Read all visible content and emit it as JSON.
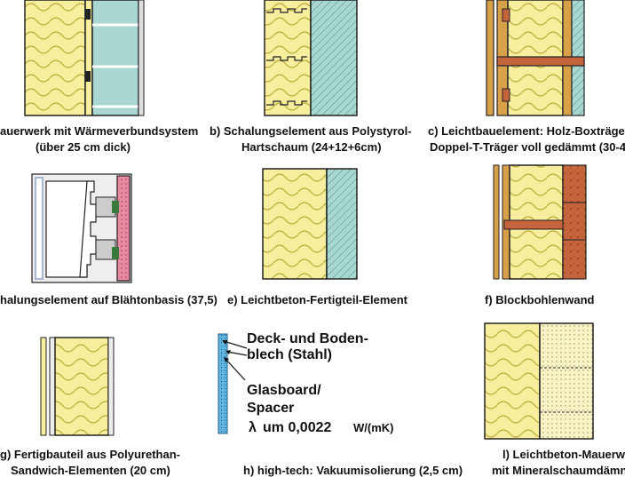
{
  "captions": {
    "a_line1": "auerwerk mit Wärmeverbundsystem",
    "a_line2": "(über 25 cm dick)",
    "b_line1": "b) Schalungselement aus Polystyrol-",
    "b_line2": "Hartschaum (24+12+6cm)",
    "c_line1": "c) Leichtbauelement: Holz-Boxträge",
    "c_line2": "Doppel-T-Träger voll gedämmt (30-4",
    "d_line1": "halungselement auf Blähtonbasis (37,5)",
    "e_line1": "e) Leichtbeton-Fertigteil-Element",
    "f_line1": "f) Blockbohlenwand",
    "g_line1": "g) Fertigbauteil aus Polyurethan-",
    "g_line2": "Sandwich-Elementen (20 cm)",
    "h_line1": "h) high-tech: Vakuumisolierung (2,5 cm)",
    "l_line1": "l) Leichtbeton-Mauerw",
    "l_line2": "mit Mineralschaumdämn"
  },
  "annotations": {
    "deck_line1": "Deck- und Boden-",
    "deck_line2": "blech (Stahl)",
    "glas_line1": "Glasboard/",
    "glas_line2": "Spacer",
    "lambda_symbol": "λ",
    "lambda_text": "um 0,0022",
    "lambda_unit": "W/(mK)"
  },
  "colors": {
    "insulation": "#f7ee9e",
    "glass": "#a9d8d2",
    "brick": "#c4643c",
    "wood": "#d9a04a",
    "vacuum": "#5fb4e0",
    "concrete": "#f9f3c8"
  }
}
